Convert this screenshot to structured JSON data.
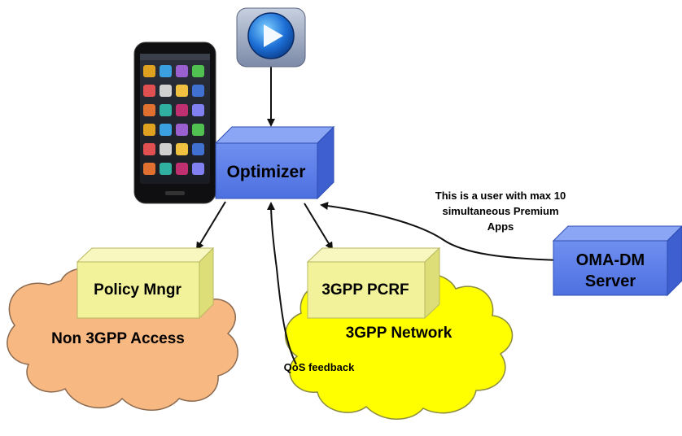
{
  "nodes": {
    "optimizer": "Optimizer",
    "policy_mngr": "Policy Mngr",
    "pcrf": "3GPP PCRF",
    "omadm_line1": "OMA-DM",
    "omadm_line2": "Server"
  },
  "clouds": {
    "non3gpp": "Non 3GPP Access",
    "network3gpp": "3GPP Network"
  },
  "annotations": {
    "user_line1": "This is a user with max 10",
    "user_line2": "simultaneous Premium",
    "user_line3": "Apps",
    "qos_feedback": "QoS feedback"
  },
  "icons": {
    "phone": "smartphone-icon",
    "play": "play-button-icon"
  },
  "colors": {
    "blue_box": "#5b7fe6",
    "yellow_box": "#f2f29a",
    "orange_cloud": "#f8b882",
    "yellow_cloud": "#ffff00"
  }
}
